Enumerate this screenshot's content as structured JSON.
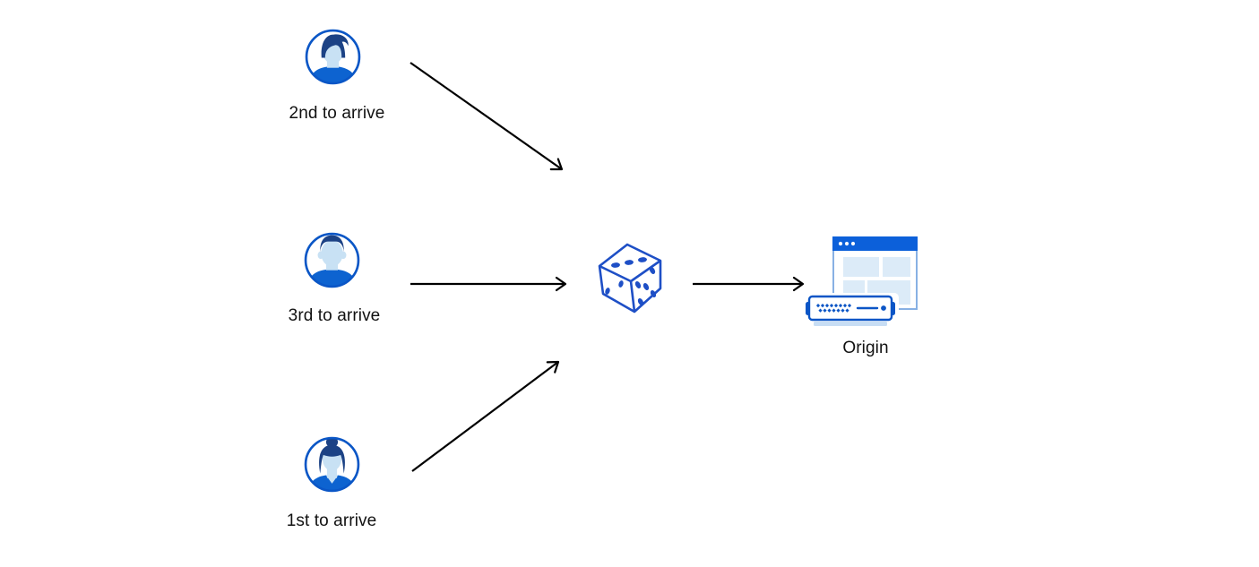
{
  "diagram": {
    "description": "Three clients send requests to a random selector (dice) which forwards to the origin server",
    "nodes": {
      "user_second": {
        "label": "2nd to arrive",
        "icon": "male-user-avatar"
      },
      "user_third": {
        "label": "3rd to arrive",
        "icon": "male-user-avatar"
      },
      "user_first": {
        "label": "1st to arrive",
        "icon": "female-user-avatar"
      },
      "dice": {
        "label": "",
        "icon": "dice"
      },
      "origin": {
        "label": "Origin",
        "icon": "origin-server"
      }
    },
    "edges": [
      {
        "from": "user_second",
        "to": "dice"
      },
      {
        "from": "user_third",
        "to": "dice"
      },
      {
        "from": "user_first",
        "to": "dice"
      },
      {
        "from": "dice",
        "to": "origin"
      }
    ],
    "dice_faces": {
      "top_pips": 3,
      "left_pips": 2,
      "right_pips": 5
    },
    "colors": {
      "background": "#ffffff",
      "arrow": "#000000",
      "avatar_ring": "#0a56c6",
      "avatar_hair": "#1c4285",
      "avatar_skin": "#c8e1f4",
      "avatar_shirt": "#0d63d0",
      "dice_blue": "#1e4fc6",
      "browser_titlebar": "#0c60da",
      "browser_border": "#88b1e4",
      "browser_block": "#dcebf8",
      "server_blue": "#0b55c6",
      "server_base": "#c7ddf4",
      "label_text": "#111111"
    }
  }
}
